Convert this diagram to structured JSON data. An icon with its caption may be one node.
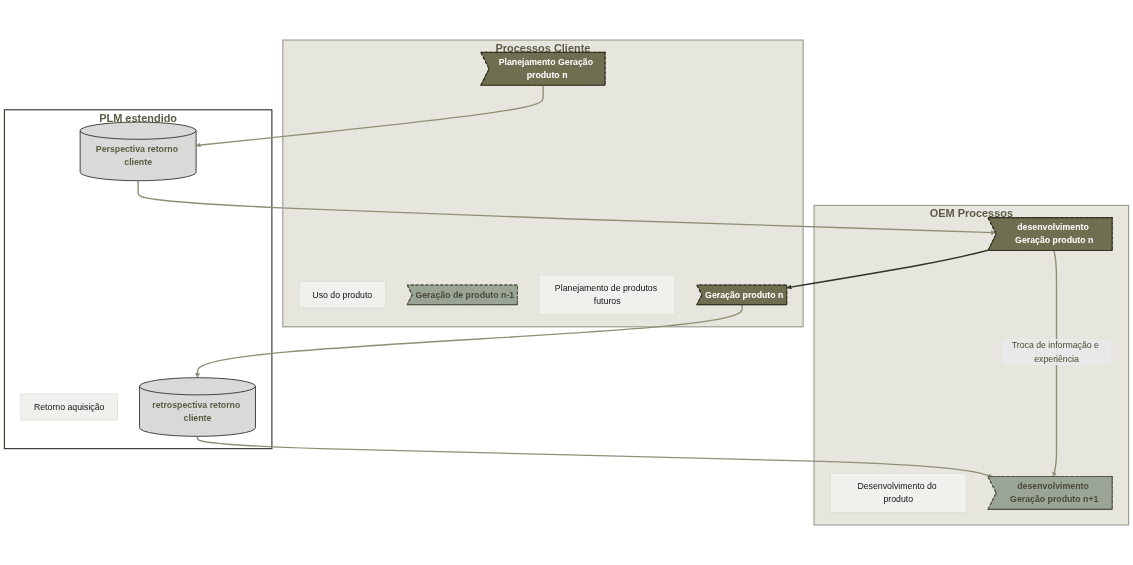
{
  "diagram": {
    "nodes": [
      {
        "text": [
          "Processos Cliente"
        ]
      },
      {
        "text": [
          "Uso do produto"
        ],
        "in": 0
      },
      {
        "text": [
          "Geração de produto n-1"
        ],
        "in": 0
      },
      {
        "text": [
          "Planejamento de produtos futuros"
        ],
        "in": 0
      },
      {
        "text": [
          "Planejamento Geração produto n"
        ],
        "in": 0
      },
      {
        "text": [
          "Geração produto n"
        ],
        "in": 0
      },
      {
        "text": [
          "PLM estendido"
        ]
      },
      {
        "text": [
          "Retorno aquisição"
        ],
        "in": 6
      },
      {
        "text": [
          "Perspectiva retorno cliente"
        ],
        "in": 6
      },
      {
        "text": [
          "retrospectiva retorno cliente"
        ],
        "in": 6
      },
      {
        "text": [
          "OEM Processos"
        ]
      },
      {
        "text": [
          "Desenvolvimento do produto"
        ],
        "in": 10
      },
      {
        "text": [
          "desenvolvimento Geração produto n"
        ],
        "in": 10
      },
      {
        "text": [
          "desenvolvimento Geração produto n+1"
        ],
        "in": 10
      }
    ],
    "edges": [
      {
        "from": 4,
        "to": 8,
        "arrow": "to"
      },
      {
        "from": 5,
        "to": 9,
        "arrow": "to"
      },
      {
        "from": 8,
        "to": 12,
        "arrow": "to"
      },
      {
        "from": 9,
        "to": 13,
        "arrow": "to"
      },
      {
        "from": 12,
        "to": 5,
        "arrow": "to",
        "color": "#2f2f22"
      },
      {
        "from": 12,
        "to": 13,
        "label": "Troca de informação e experiência",
        "arrow": "to"
      }
    ]
  }
}
